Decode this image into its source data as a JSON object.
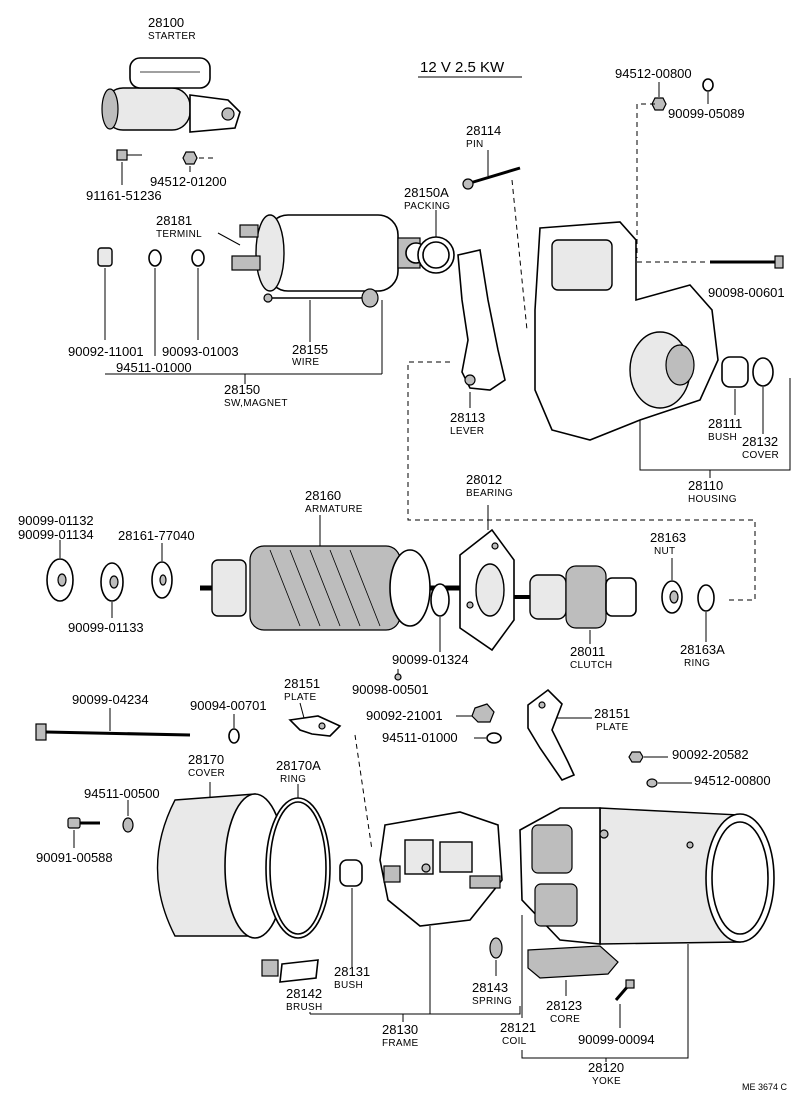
{
  "header": {
    "spec": "12 V 2.5 KW"
  },
  "footer": {
    "code": "ME  3674 C"
  },
  "parts": {
    "p28100": {
      "num": "28100",
      "name": "STARTER"
    },
    "p91161_51236": {
      "num": "91161-51236"
    },
    "p94512_01200": {
      "num": "94512-01200"
    },
    "p28181": {
      "num": "28181",
      "name": "TERMINL"
    },
    "p90092_11001": {
      "num": "90092-11001"
    },
    "p90093_01003": {
      "num": "90093-01003"
    },
    "p94511_01000a": {
      "num": "94511-01000"
    },
    "p28155": {
      "num": "28155",
      "name": "WIRE"
    },
    "p28150": {
      "num": "28150",
      "name": "SW,MAGNET"
    },
    "p28150A": {
      "num": "28150A",
      "name": "PACKING"
    },
    "p28114": {
      "num": "28114",
      "name": "PIN"
    },
    "p28113": {
      "num": "28113",
      "name": "LEVER"
    },
    "p94512_00800a": {
      "num": "94512-00800"
    },
    "p90099_05089": {
      "num": "90099-05089"
    },
    "p90098_00601": {
      "num": "90098-00601"
    },
    "p28111": {
      "num": "28111",
      "name": "BUSH"
    },
    "p28132": {
      "num": "28132",
      "name": "COVER"
    },
    "p28110": {
      "num": "28110",
      "name": "HOUSING"
    },
    "p28160": {
      "num": "28160",
      "name": "ARMATURE"
    },
    "p90099_01132": {
      "num": "90099-01132"
    },
    "p90099_01134": {
      "num": "90099-01134"
    },
    "p28161_77040": {
      "num": "28161-77040"
    },
    "p90099_01133": {
      "num": "90099-01133"
    },
    "p28012": {
      "num": "28012",
      "name": "BEARING"
    },
    "p28163": {
      "num": "28163",
      "name": "NUT"
    },
    "p28011": {
      "num": "28011",
      "name": "CLUTCH"
    },
    "p28163A": {
      "num": "28163A",
      "name": "RING"
    },
    "p90099_01324": {
      "num": "90099-01324"
    },
    "p90098_00501": {
      "num": "90098-00501"
    },
    "p90092_21001": {
      "num": "90092-21001"
    },
    "p94511_01000b": {
      "num": "94511-01000"
    },
    "p28151a": {
      "num": "28151",
      "name": "PLATE"
    },
    "p28151b": {
      "num": "28151",
      "name": "PLATE"
    },
    "p90092_20582": {
      "num": "90092-20582"
    },
    "p94512_00800b": {
      "num": "94512-00800"
    },
    "p90099_04234": {
      "num": "90099-04234"
    },
    "p90094_00701": {
      "num": "90094-00701"
    },
    "p28170": {
      "num": "28170",
      "name": "COVER"
    },
    "p28170A": {
      "num": "28170A",
      "name": "RING"
    },
    "p94511_00500": {
      "num": "94511-00500"
    },
    "p90091_00588": {
      "num": "90091-00588"
    },
    "p28131": {
      "num": "28131",
      "name": "BUSH"
    },
    "p28142": {
      "num": "28142",
      "name": "BRUSH"
    },
    "p28143": {
      "num": "28143",
      "name": "SPRING"
    },
    "p28130": {
      "num": "28130",
      "name": "FRAME"
    },
    "p28123": {
      "num": "28123",
      "name": "CORE"
    },
    "p28121": {
      "num": "28121",
      "name": "COIL"
    },
    "p90099_00094": {
      "num": "90099-00094"
    },
    "p28120": {
      "num": "28120",
      "name": "YOKE"
    }
  }
}
